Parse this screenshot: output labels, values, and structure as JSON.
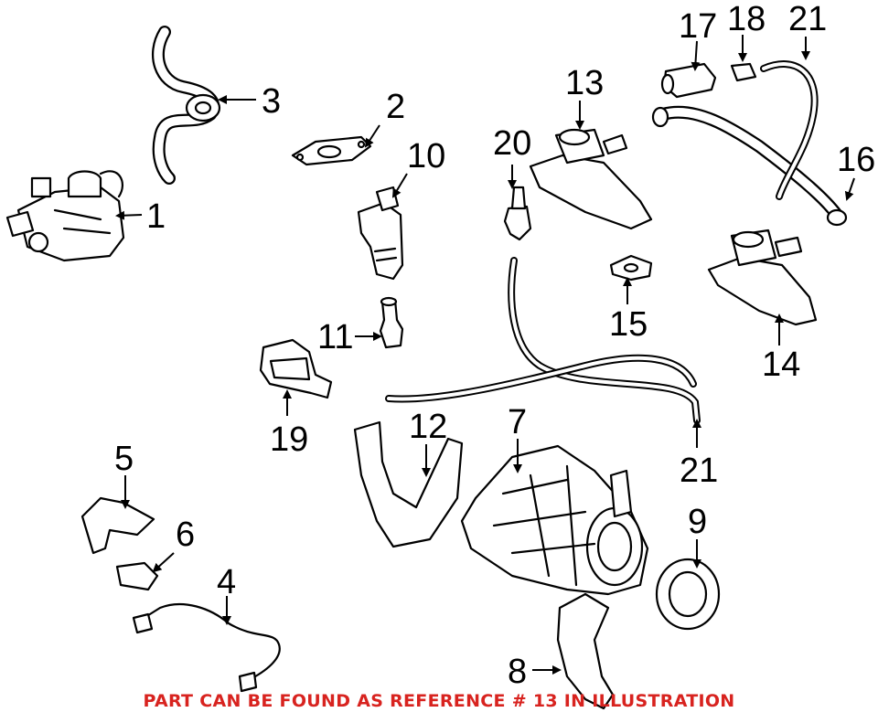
{
  "callouts": [
    {
      "id": "c1",
      "label": "1"
    },
    {
      "id": "c2",
      "label": "2"
    },
    {
      "id": "c3",
      "label": "3"
    },
    {
      "id": "c4",
      "label": "4"
    },
    {
      "id": "c5",
      "label": "5"
    },
    {
      "id": "c6",
      "label": "6"
    },
    {
      "id": "c7",
      "label": "7"
    },
    {
      "id": "c8",
      "label": "8"
    },
    {
      "id": "c9",
      "label": "9"
    },
    {
      "id": "c10",
      "label": "10"
    },
    {
      "id": "c11",
      "label": "11"
    },
    {
      "id": "c12",
      "label": "12"
    },
    {
      "id": "c13",
      "label": "13"
    },
    {
      "id": "c14",
      "label": "14"
    },
    {
      "id": "c15",
      "label": "15"
    },
    {
      "id": "c16",
      "label": "16"
    },
    {
      "id": "c17",
      "label": "17"
    },
    {
      "id": "c18",
      "label": "18"
    },
    {
      "id": "c19",
      "label": "19"
    },
    {
      "id": "c20",
      "label": "20"
    },
    {
      "id": "c21a",
      "label": "21"
    },
    {
      "id": "c21b",
      "label": "21"
    }
  ],
  "footnote": "PART CAN BE FOUND AS REFERENCE # 13 IN ILLUSTRATION",
  "colors": {
    "footnote": "#d8231f",
    "line": "#000000",
    "fill": "#ffffff"
  }
}
